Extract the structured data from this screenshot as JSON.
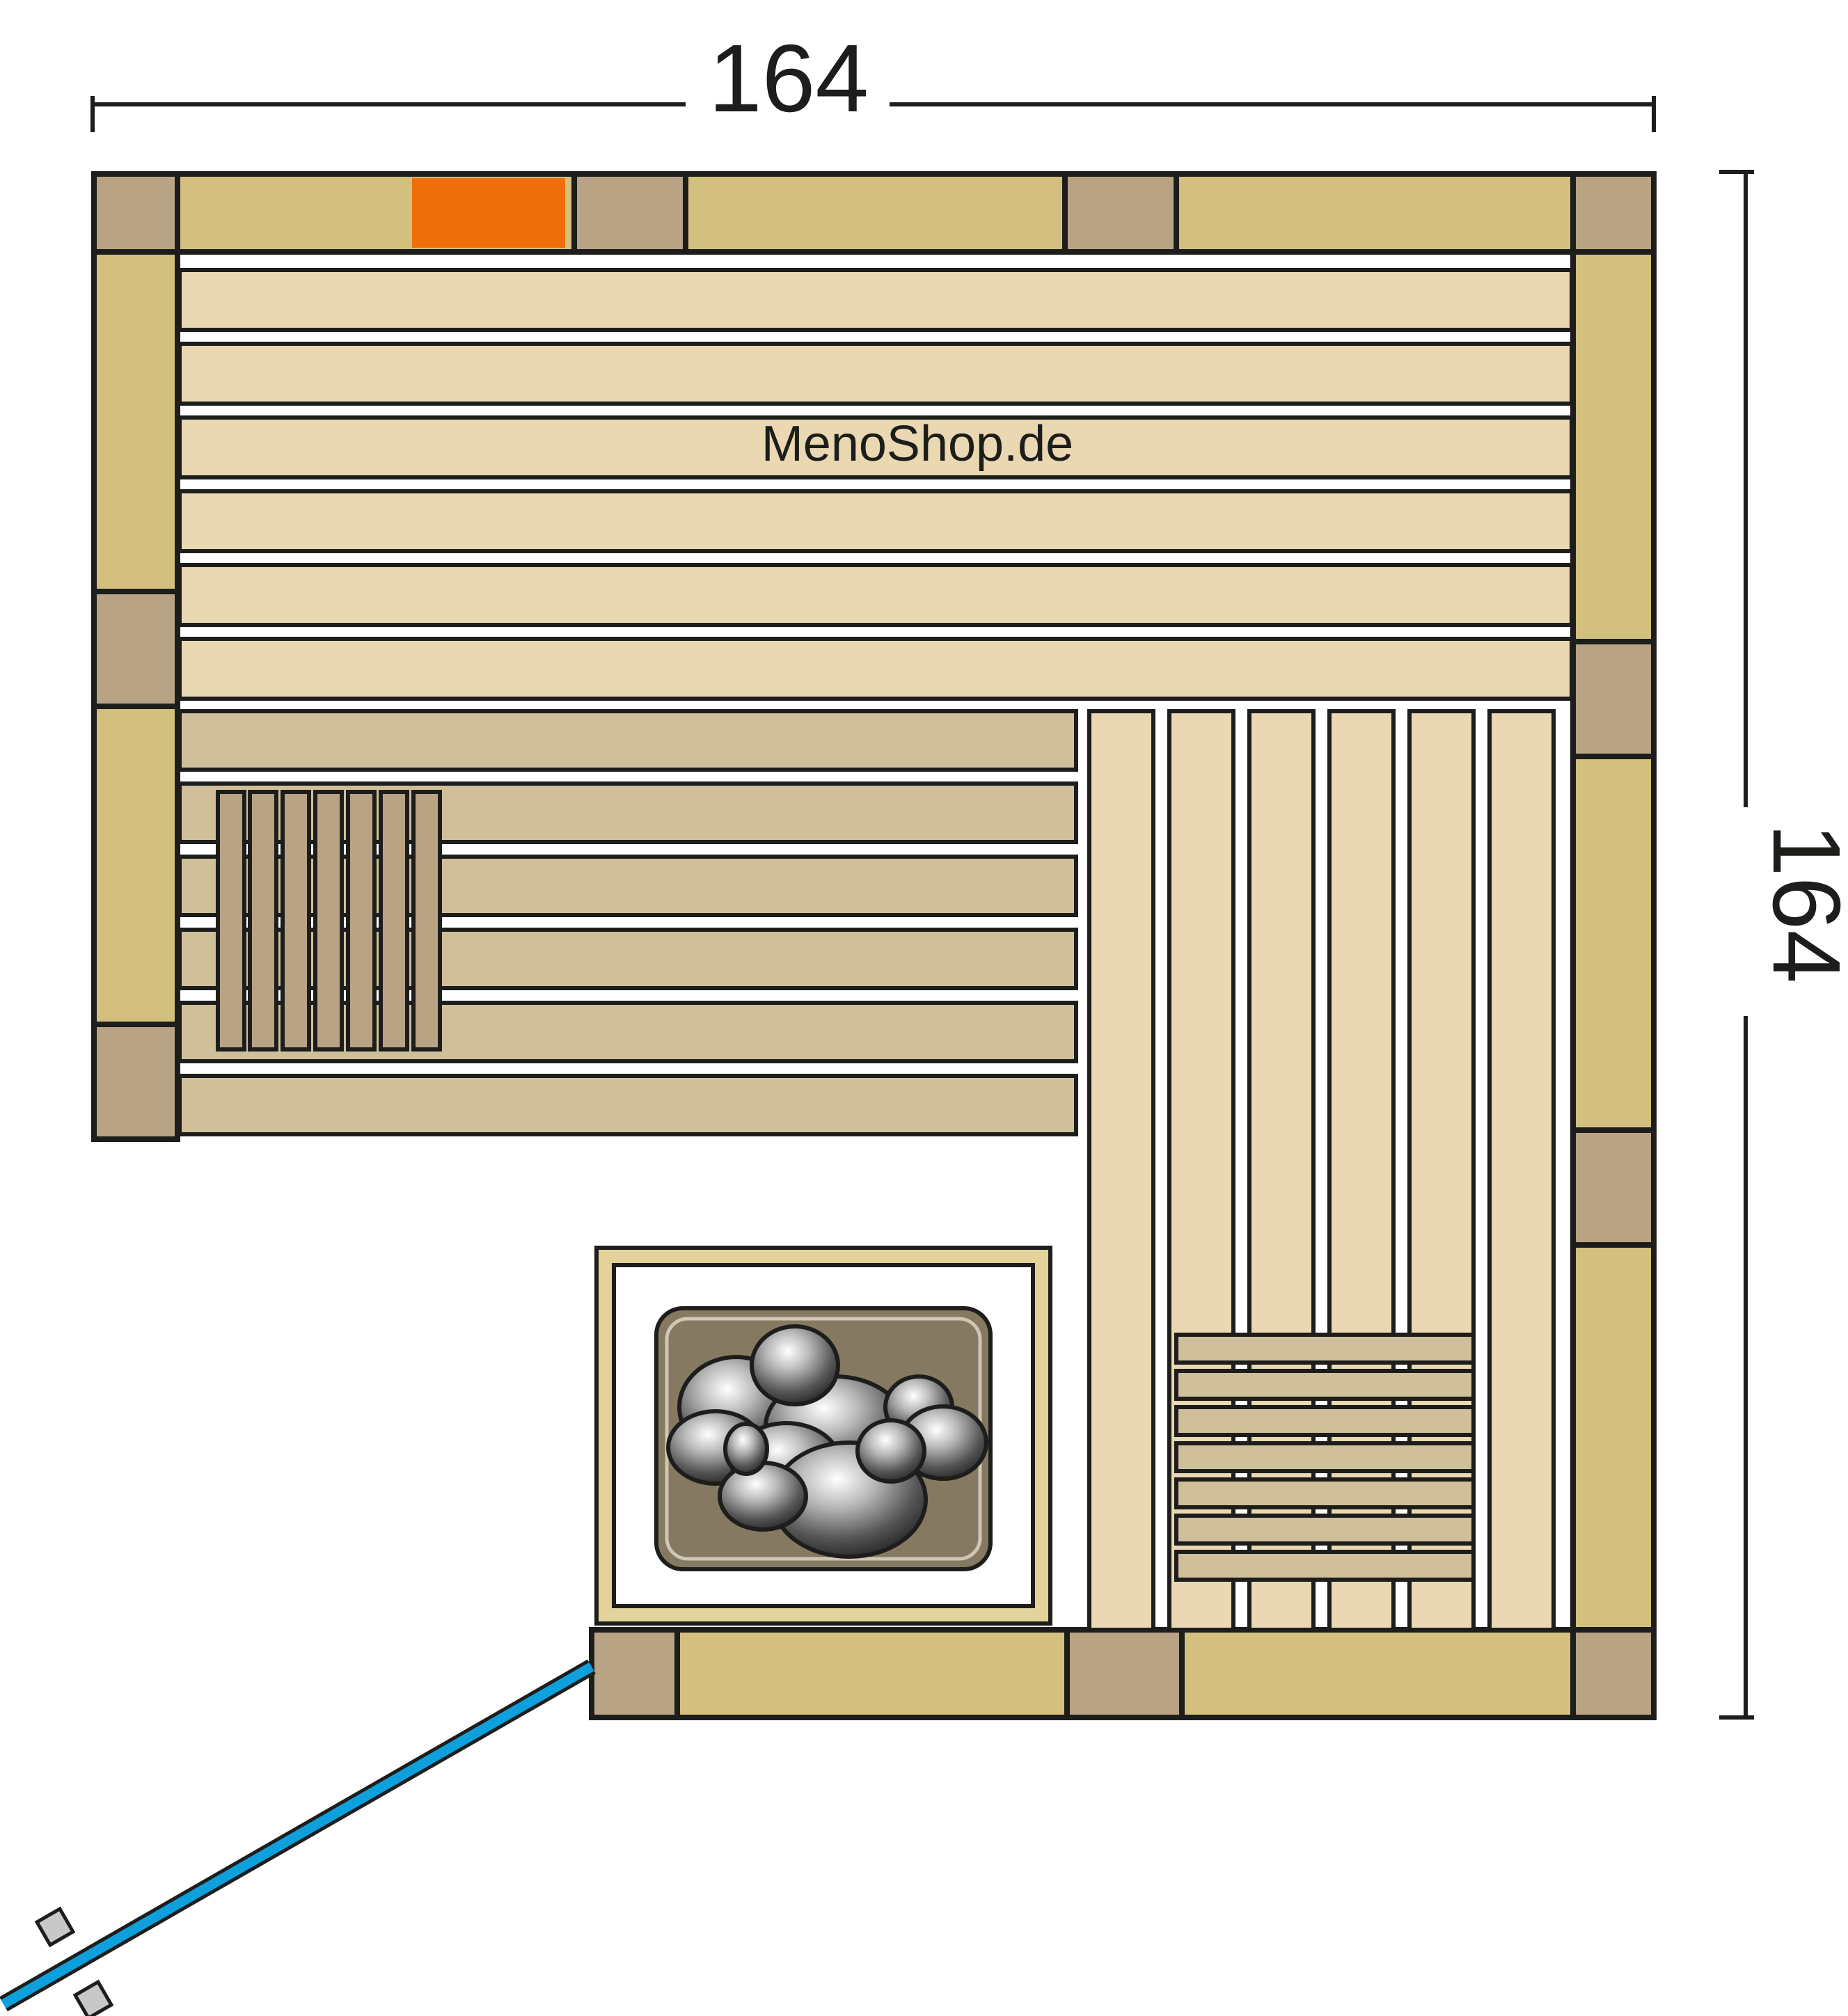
{
  "dimensions": {
    "width_label": "164",
    "depth_label": "164"
  },
  "watermark": "MenoShop.de",
  "colors": {
    "outline": "#1d1d1b",
    "wall_panel": "#d3c07f",
    "wall_post": "#b8a385",
    "bench_upper": "#e9d8b1",
    "bench_lower": "#cfbf9a",
    "backrest_slat": "#b8a385",
    "heater_guard": "#e3d39b",
    "heater_tray": "#857a61",
    "light": "#ee6e0a",
    "door_glass": "#0ea0dc",
    "door_handle": "#c8c8c8"
  }
}
